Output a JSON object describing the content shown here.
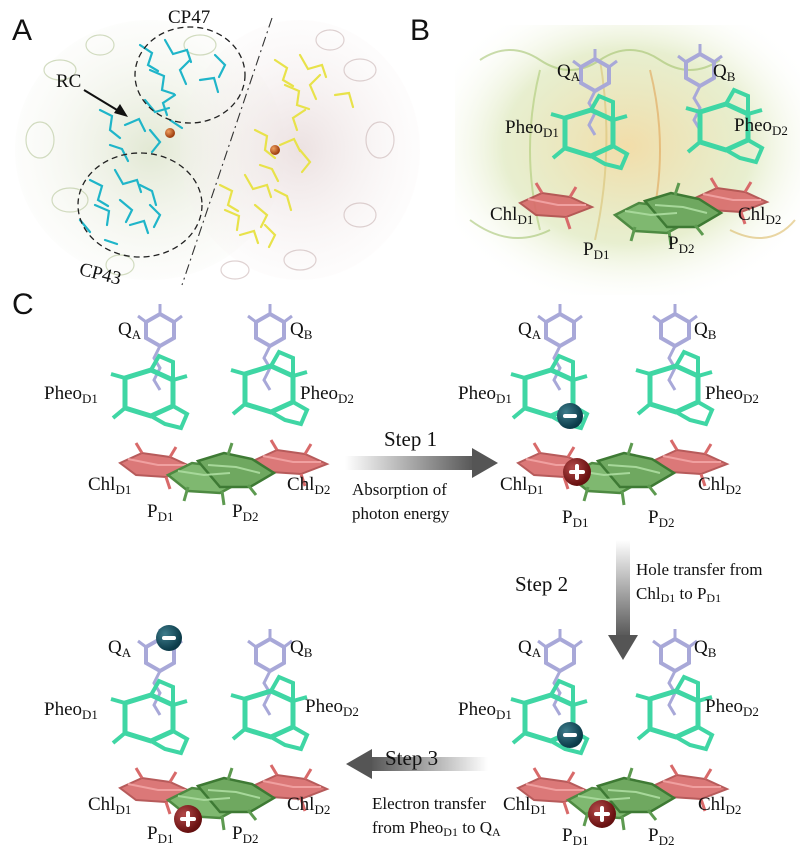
{
  "panels": {
    "a": "A",
    "b": "B",
    "c": "C"
  },
  "panel_a": {
    "cp47": "CP47",
    "rc": "RC",
    "cp43": "CP43"
  },
  "mol": {
    "qa": "Q",
    "qa_sub": "A",
    "qb": "Q",
    "qb_sub": "B",
    "pheo": "Pheo",
    "d1": "D1",
    "d2": "D2",
    "chl": "Chl",
    "p": "P"
  },
  "steps": {
    "step1": "Step 1",
    "step1_desc_line1": "Absorption of",
    "step1_desc_line2": "photon energy",
    "step2": "Step 2",
    "step2_desc_line1": "Hole transfer from",
    "step2_desc_line2_a": "Chl",
    "step2_desc_line2_sub1": "D1",
    "step2_desc_line2_b": " to P",
    "step2_desc_line2_sub2": "D1",
    "step3": "Step 3",
    "step3_desc_line1": "Electron transfer",
    "step3_desc_line2_a": "from Pheo",
    "step3_desc_line2_sub1": "D1",
    "step3_desc_line2_b": " to Q",
    "step3_desc_line2_sub2": "A"
  },
  "colors": {
    "cyan": "#1fb5c9",
    "yellow": "#e8e24a",
    "quinone": "#a8a8d8",
    "pheo": "#3fd6a4",
    "chl": "#d86a6a",
    "special_pair": "#6fa860",
    "electron": "#0d3e4c",
    "hole": "#6b1212"
  }
}
